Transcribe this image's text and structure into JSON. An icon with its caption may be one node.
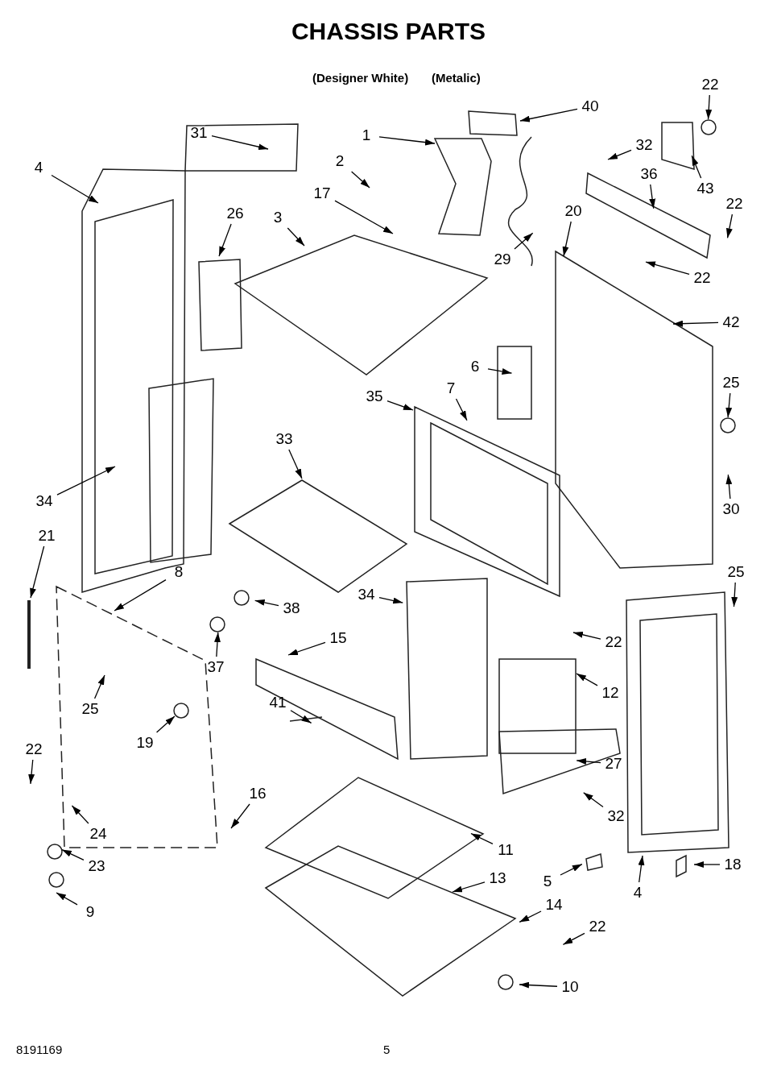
{
  "diagram": {
    "title": "CHASSIS PARTS",
    "nodes": [
      {
        "text": [
          "1"
        ]
      },
      {
        "text": [
          "2"
        ]
      },
      {
        "text": [
          "3"
        ]
      },
      {
        "text": [
          "4"
        ]
      },
      {
        "text": [
          "5"
        ]
      },
      {
        "text": [
          "6"
        ]
      },
      {
        "text": [
          "7"
        ]
      },
      {
        "text": [
          "8"
        ]
      },
      {
        "text": [
          "9"
        ]
      },
      {
        "text": [
          "10"
        ]
      },
      {
        "text": [
          "11"
        ]
      },
      {
        "text": [
          "12"
        ]
      },
      {
        "text": [
          "13"
        ]
      },
      {
        "text": [
          "14"
        ]
      },
      {
        "text": [
          "15"
        ]
      },
      {
        "text": [
          "16"
        ]
      },
      {
        "text": [
          "17"
        ]
      },
      {
        "text": [
          "18"
        ]
      },
      {
        "text": [
          "19"
        ]
      },
      {
        "text": [
          "20"
        ]
      },
      {
        "text": [
          "21"
        ]
      },
      {
        "text": [
          "22"
        ]
      },
      {
        "text": [
          "22"
        ]
      },
      {
        "text": [
          "22"
        ]
      },
      {
        "text": [
          "22"
        ]
      },
      {
        "text": [
          "22"
        ]
      },
      {
        "text": [
          "22"
        ]
      },
      {
        "text": [
          "23"
        ]
      },
      {
        "text": [
          "24"
        ]
      },
      {
        "text": [
          "25"
        ]
      },
      {
        "text": [
          "25"
        ]
      },
      {
        "text": [
          "25"
        ]
      },
      {
        "text": [
          "26"
        ]
      },
      {
        "text": [
          "27"
        ]
      },
      {
        "text": [
          "29"
        ]
      },
      {
        "text": [
          "30"
        ]
      },
      {
        "text": [
          "31"
        ]
      },
      {
        "text": [
          "32"
        ]
      },
      {
        "text": [
          "32"
        ]
      },
      {
        "text": [
          "33"
        ]
      },
      {
        "text": [
          "34"
        ]
      },
      {
        "text": [
          "34"
        ]
      },
      {
        "text": [
          "35"
        ]
      },
      {
        "text": [
          "36"
        ]
      },
      {
        "text": [
          "37"
        ]
      },
      {
        "text": [
          "38"
        ]
      },
      {
        "text": [
          "40"
        ]
      },
      {
        "text": [
          "41"
        ]
      },
      {
        "text": [
          "42"
        ]
      },
      {
        "text": [
          "43"
        ]
      },
      {
        "text": [
          "4"
        ]
      }
    ],
    "edges": [
      {
        "from": 0,
        "to": null,
        "arrow": "to"
      },
      {
        "from": 1,
        "to": null,
        "arrow": "to"
      },
      {
        "from": 2,
        "to": null,
        "arrow": "to"
      },
      {
        "from": 3,
        "to": null,
        "arrow": "to"
      },
      {
        "from": 4,
        "to": null,
        "arrow": "to"
      },
      {
        "from": 5,
        "to": null,
        "arrow": "to"
      },
      {
        "from": 6,
        "to": null,
        "arrow": "to"
      },
      {
        "from": 7,
        "to": null,
        "arrow": "to"
      },
      {
        "from": 8,
        "to": null,
        "arrow": "to"
      },
      {
        "from": 9,
        "to": null,
        "arrow": "to"
      },
      {
        "from": 10,
        "to": null,
        "arrow": "to"
      },
      {
        "from": 11,
        "to": null,
        "arrow": "to"
      },
      {
        "from": 12,
        "to": null,
        "arrow": "to"
      },
      {
        "from": 13,
        "to": null,
        "arrow": "to"
      },
      {
        "from": 14,
        "to": null,
        "arrow": "to"
      },
      {
        "from": 15,
        "to": null,
        "arrow": "to"
      },
      {
        "from": 16,
        "to": null,
        "arrow": "to"
      },
      {
        "from": 17,
        "to": null,
        "arrow": "to"
      },
      {
        "from": 18,
        "to": null,
        "arrow": "to"
      },
      {
        "from": 19,
        "to": null,
        "arrow": "to"
      },
      {
        "from": 20,
        "to": null,
        "arrow": "to"
      },
      {
        "from": 21,
        "to": null,
        "arrow": "to"
      },
      {
        "from": 22,
        "to": null,
        "arrow": "to"
      },
      {
        "from": 23,
        "to": null,
        "arrow": "to"
      },
      {
        "from": 24,
        "to": null,
        "arrow": "to"
      },
      {
        "from": 25,
        "to": null,
        "arrow": "to"
      },
      {
        "from": 26,
        "to": null,
        "arrow": "to"
      },
      {
        "from": 27,
        "to": null,
        "arrow": "to"
      },
      {
        "from": 28,
        "to": null,
        "arrow": "to"
      },
      {
        "from": 29,
        "to": null,
        "arrow": "to"
      },
      {
        "from": 30,
        "to": null,
        "arrow": "to"
      },
      {
        "from": 31,
        "to": null,
        "arrow": "to"
      },
      {
        "from": 32,
        "to": null,
        "arrow": "to"
      },
      {
        "from": 33,
        "to": null,
        "arrow": "to"
      },
      {
        "from": 34,
        "to": null,
        "arrow": "to"
      },
      {
        "from": 35,
        "to": null,
        "arrow": "to"
      },
      {
        "from": 36,
        "to": null,
        "arrow": "to"
      },
      {
        "from": 37,
        "to": null,
        "arrow": "to"
      },
      {
        "from": 38,
        "to": null,
        "arrow": "to"
      },
      {
        "from": 39,
        "to": null,
        "arrow": "to"
      },
      {
        "from": 40,
        "to": null,
        "arrow": "to"
      },
      {
        "from": 41,
        "to": null,
        "arrow": "to"
      },
      {
        "from": 42,
        "to": null,
        "arrow": "to"
      },
      {
        "from": 43,
        "to": null,
        "arrow": "to"
      },
      {
        "from": 44,
        "to": null,
        "arrow": "to"
      },
      {
        "from": 45,
        "to": null,
        "arrow": "to"
      },
      {
        "from": 46,
        "to": null,
        "arrow": "to"
      },
      {
        "from": 47,
        "to": null,
        "arrow": "to"
      },
      {
        "from": 48,
        "to": null,
        "arrow": "to"
      },
      {
        "from": 49,
        "to": null,
        "arrow": "to"
      },
      {
        "from": 50,
        "to": null,
        "arrow": "to"
      }
    ],
    "labels": [
      "(Designer White)",
      "(Metalic)",
      "8191169",
      "5"
    ]
  }
}
